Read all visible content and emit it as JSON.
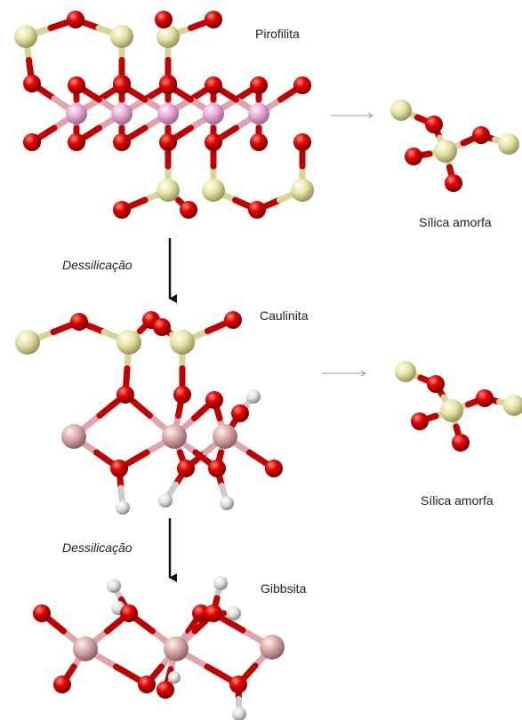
{
  "labels": {
    "pirofilita": "Pirofilita",
    "silica_1": "Sílica amorfa",
    "dessilicacao_1": "Dessilicação",
    "caulinita": "Caulinita",
    "silica_2": "Sílica amorfa",
    "dessilicacao_2": "Dessilicação",
    "gibbsita": "Gibbsita"
  },
  "colors": {
    "oxygen": "#d40000",
    "silicon": "#e6e3a6",
    "aluminum_pyrophyllite": "#e7a9d3",
    "aluminum": "#d8a8a8",
    "hydrogen": "#d8d8d8",
    "bond_o": "#c00000",
    "bond_si": "#d9d59a",
    "bond_al": "#e0a3b0",
    "arrow": "#111111",
    "side_arrow": "#999999"
  }
}
